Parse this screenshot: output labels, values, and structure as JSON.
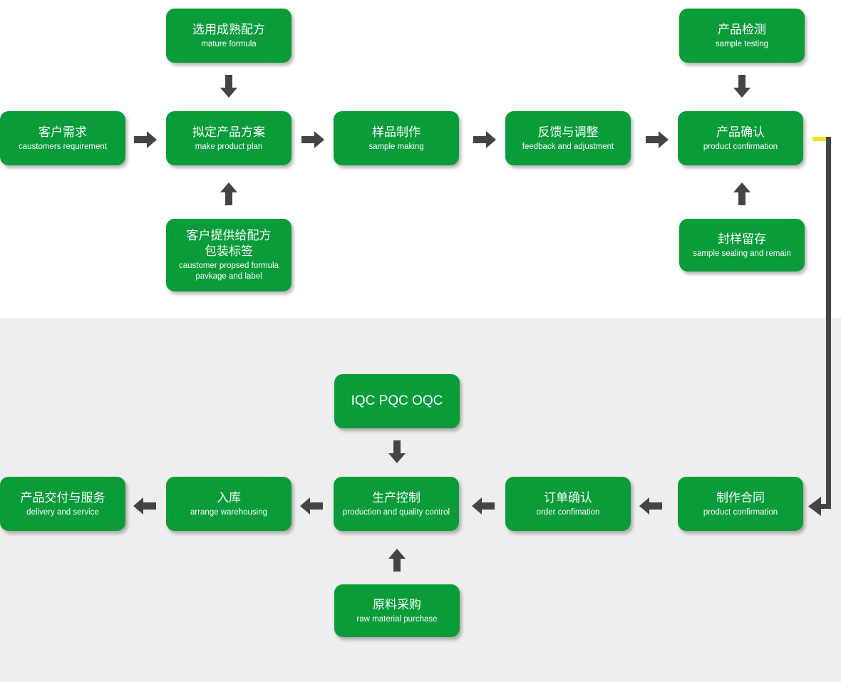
{
  "colors": {
    "node": "#099c39",
    "arrow": "#444444",
    "marker": "#f2e21b",
    "band": "#eeeeee"
  },
  "nodes": {
    "mature_formula": {
      "cn": "选用成熟配方",
      "en": "mature formula"
    },
    "customer_requirement": {
      "cn": "客户需求",
      "en": "caustomers requirement"
    },
    "product_plan": {
      "cn": "拟定产品方案",
      "en": "make product plan"
    },
    "sample_making": {
      "cn": "样品制作",
      "en": "sample making"
    },
    "feedback": {
      "cn": "反馈与调整",
      "en": "feedback and adjustment"
    },
    "product_confirmation": {
      "cn": "产品确认",
      "en": "product confirmation"
    },
    "sample_testing": {
      "cn": "产品检测",
      "en": "sample testing"
    },
    "customer_formula": {
      "cn1": "客户提供给配方",
      "cn2": "包装标签",
      "en": "caustomer propsed formula pavkage and label"
    },
    "sample_sealing": {
      "cn": "封样留存",
      "en": "sample sealing and remain"
    },
    "iqc": {
      "cn": "IQC PQC OQC"
    },
    "delivery": {
      "cn": "产品交付与服务",
      "en": "delivery and service"
    },
    "warehousing": {
      "cn": "入库",
      "en": "arrange warehousing"
    },
    "production": {
      "cn": "生产控制",
      "en": "production and quality control"
    },
    "order_confirmation": {
      "cn": "订单确认",
      "en": "order confimation"
    },
    "contract": {
      "cn": "制作合同",
      "en": "product confirmation"
    },
    "raw_material": {
      "cn": "原料采购",
      "en": "raw material purchase"
    }
  }
}
